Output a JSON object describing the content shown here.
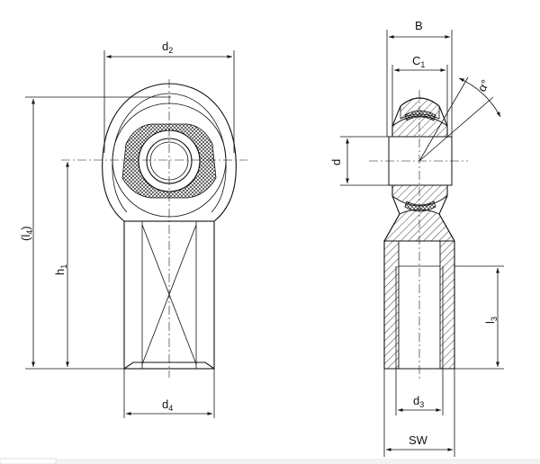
{
  "labels": {
    "d2": {
      "base": "d",
      "sub": "2"
    },
    "l4": {
      "open": "(l",
      "sub": "4",
      "close": ")"
    },
    "h1": {
      "base": "h",
      "sub": "1"
    },
    "d4": {
      "base": "d",
      "sub": "4"
    },
    "B": "B",
    "C1": {
      "base": "C",
      "sub": "1"
    },
    "angle": "α°",
    "d": "d",
    "l3": {
      "base": "l",
      "sub": "3"
    },
    "d3": {
      "base": "d",
      "sub": "3"
    },
    "SW": "SW"
  },
  "colors": {
    "line": "#111111",
    "background": "#ffffff"
  }
}
